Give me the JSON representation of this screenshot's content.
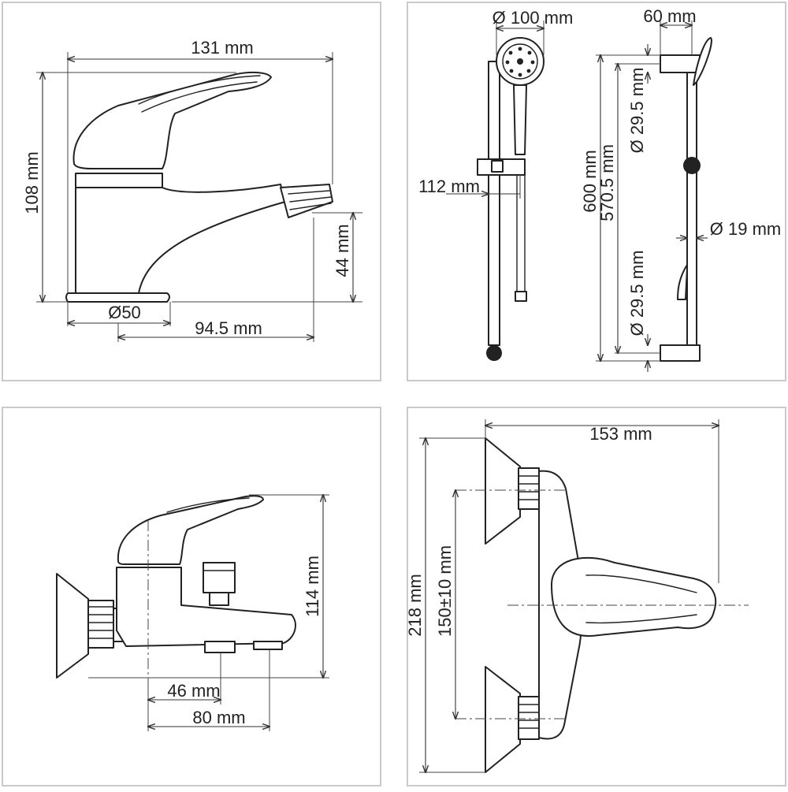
{
  "panels": {
    "basin_faucet": {
      "dimensions": {
        "width": "131 mm",
        "height": "108 mm",
        "spout_height": "44 mm",
        "base_diameter": "Ø50",
        "reach": "94.5 mm"
      }
    },
    "shower_set": {
      "dimensions": {
        "head_diameter": "Ø 100 mm",
        "bracket_offset": "60 mm",
        "holder_offset": "112 mm",
        "total_length": "600 mm",
        "mount_spacing": "570.5 mm",
        "bracket_diameter_top": "Ø 29.5 mm",
        "bracket_diameter_bottom": "Ø 29.5 mm",
        "rail_diameter": "Ø 19 mm"
      }
    },
    "bath_mixer_side": {
      "dimensions": {
        "height": "114 mm",
        "outlet_distance": "46 mm",
        "spout_distance": "80 mm"
      }
    },
    "bath_mixer_top": {
      "dimensions": {
        "depth": "153 mm",
        "total_width": "218 mm",
        "center_distance": "150±10 mm"
      }
    }
  }
}
